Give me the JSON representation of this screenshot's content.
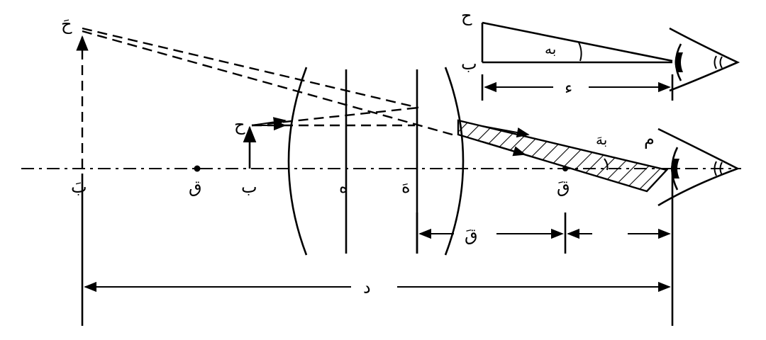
{
  "labels": {
    "image_top": "حَ",
    "image_base": "بَ",
    "focus_left": "ق",
    "object_base": "ب",
    "object_top": "ح",
    "principal_h": "ه",
    "principal_h_prime": "هَ",
    "focus_right": "قَ",
    "eye_point": "م",
    "angle_prime": "بهَ",
    "angle_small": "بهَ",
    "focal_dim": "قَ",
    "distance": "د",
    "inset_top": "ح",
    "inset_base": "ب",
    "inset_angle": "به",
    "inset_distance": "ء"
  },
  "colors": {
    "ink": "#000000",
    "paper": "#ffffff"
  }
}
